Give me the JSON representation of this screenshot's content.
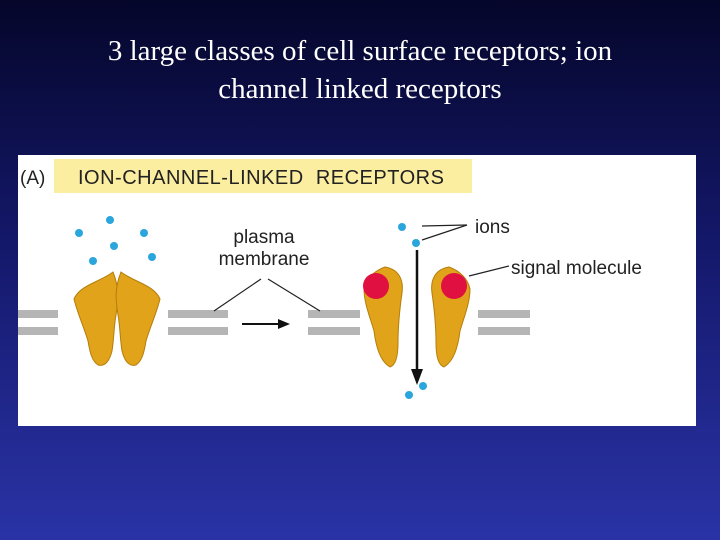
{
  "slide": {
    "title_line1": "3 large classes of cell surface receptors; ion",
    "title_line2": "channel linked receptors"
  },
  "figure": {
    "panel_label": "(A)",
    "banner": "ION-CHANNEL-LINKED  RECEPTORS",
    "plasma_label_line1": "plasma",
    "plasma_label_line2": "membrane",
    "ions_label": "ions",
    "signal_label": "signal molecule",
    "colors": {
      "banner": "#fbeea0",
      "membrane": "#b5b5b5",
      "receptor": "#e0a31a",
      "receptor_edge": "#b57e0c",
      "signal_molecule": "#e01040",
      "ion": "#2aa6dc",
      "arrow": "#111111"
    },
    "state_closed": {
      "ions_count": 6
    },
    "state_open": {
      "ions_outside_count": 2,
      "ions_inside_count": 2
    }
  }
}
